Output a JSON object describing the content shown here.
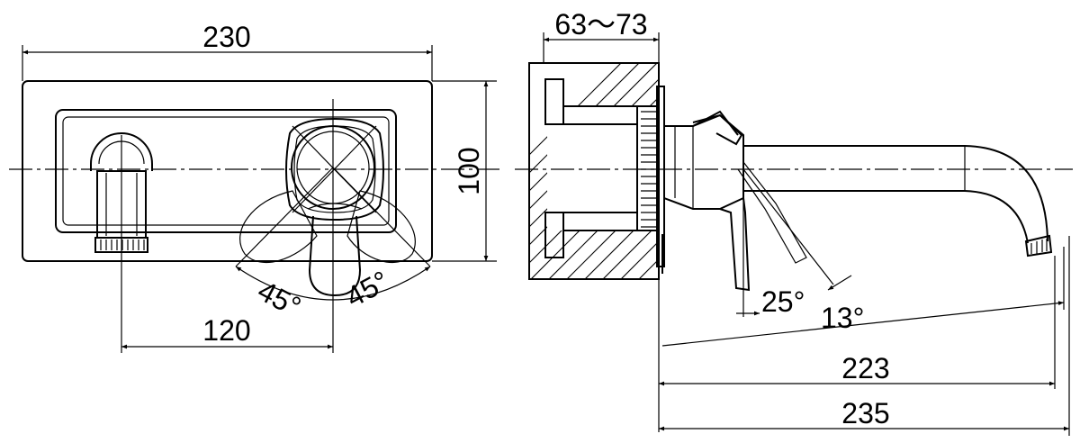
{
  "front_view": {
    "dimensions": {
      "overall_width": "230",
      "overall_height": "100",
      "spout_to_handle": "120",
      "angle_left": "45°",
      "angle_right": "45°"
    }
  },
  "side_view": {
    "dimensions": {
      "wall_depth": "63～73",
      "handle_angle": "25°",
      "spout_angle": "13°",
      "spout_reach": "223",
      "overall_depth": "235"
    }
  }
}
